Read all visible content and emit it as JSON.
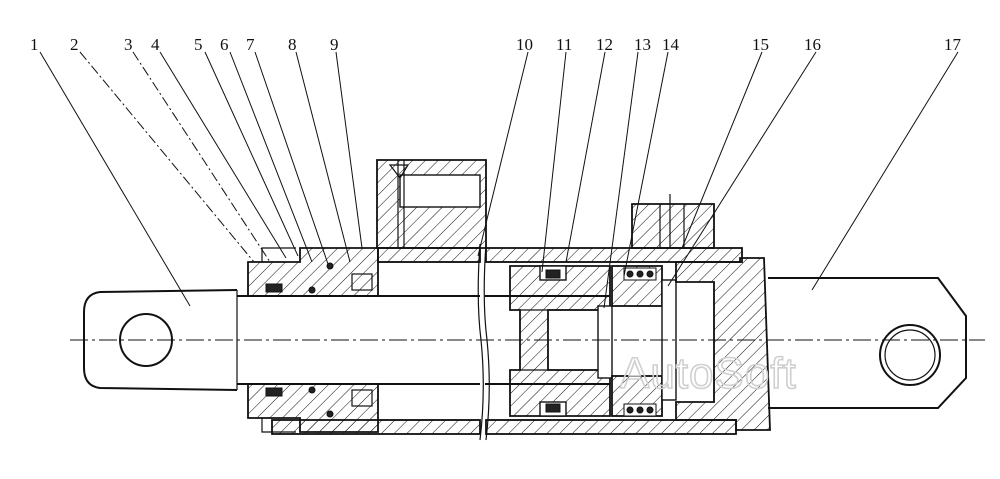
{
  "diagram": {
    "part_labels": [
      "1",
      "2",
      "3",
      "4",
      "5",
      "6",
      "7",
      "8",
      "9",
      "10",
      "11",
      "12",
      "13",
      "14",
      "15",
      "16",
      "17"
    ],
    "watermark": "AutoSoft"
  }
}
